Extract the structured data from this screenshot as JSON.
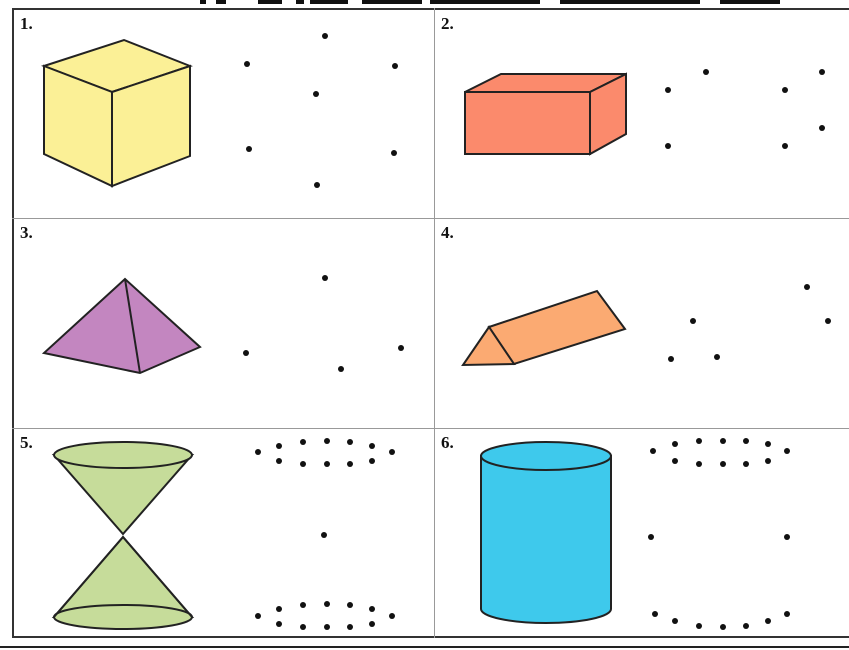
{
  "cells": [
    {
      "number": "1.",
      "shape": "cube",
      "fill": "#fbf096"
    },
    {
      "number": "2.",
      "shape": "rectangular-prism",
      "fill": "#fb8a6c"
    },
    {
      "number": "3.",
      "shape": "square-pyramid",
      "fill": "#c386c0"
    },
    {
      "number": "4.",
      "shape": "triangular-prism",
      "fill": "#fbaa72"
    },
    {
      "number": "5.",
      "shape": "double-cone",
      "fill": "#c6dc9a"
    },
    {
      "number": "6.",
      "shape": "cylinder",
      "fill": "#3ec9ec"
    }
  ],
  "dot_color": "#111111"
}
